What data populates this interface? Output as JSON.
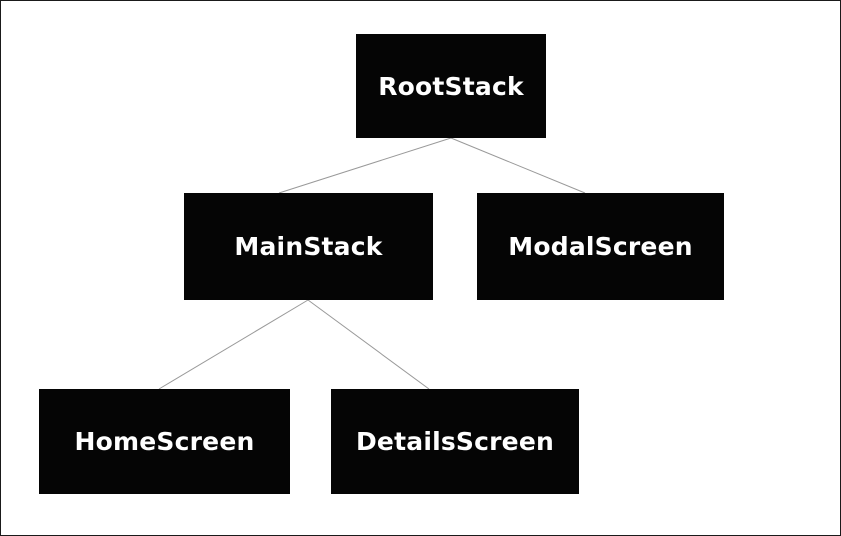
{
  "diagram": {
    "type": "tree",
    "colors": {
      "node_fill": "#050505",
      "node_text": "#ffffff",
      "edge": "#999999",
      "background": "#ffffff",
      "border": "#1a1a1a"
    },
    "nodes": [
      {
        "id": "rootstack",
        "label": "RootStack"
      },
      {
        "id": "mainstack",
        "label": "MainStack"
      },
      {
        "id": "modalscreen",
        "label": "ModalScreen"
      },
      {
        "id": "homescreen",
        "label": "HomeScreen"
      },
      {
        "id": "detailsscreen",
        "label": "DetailsScreen"
      }
    ],
    "edges": [
      {
        "from": "RootStack",
        "to": "MainStack"
      },
      {
        "from": "RootStack",
        "to": "ModalScreen"
      },
      {
        "from": "MainStack",
        "to": "HomeScreen"
      },
      {
        "from": "MainStack",
        "to": "DetailsScreen"
      }
    ]
  }
}
